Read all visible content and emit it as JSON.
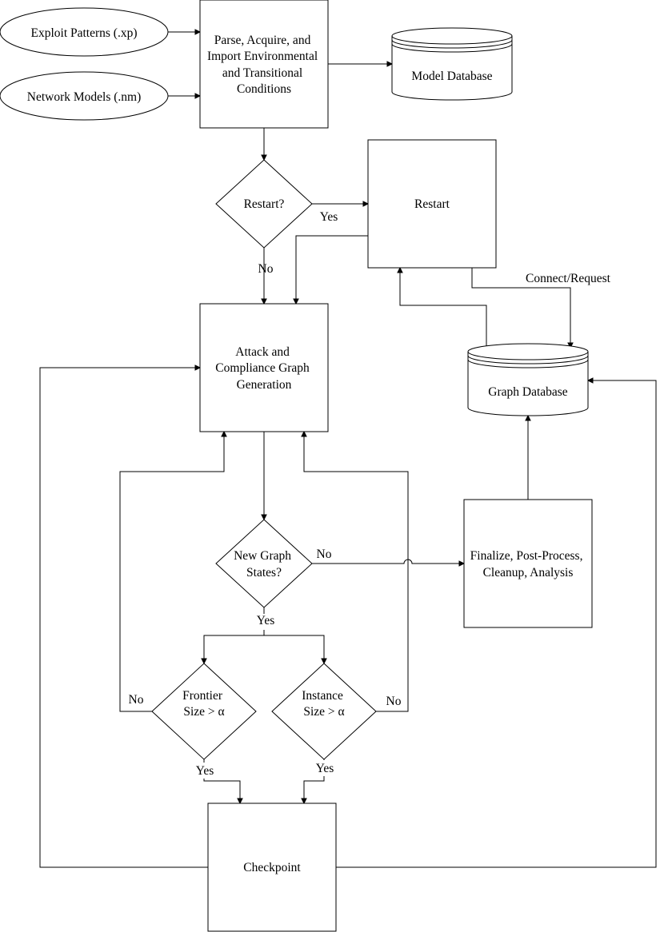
{
  "nodes": {
    "exploit_patterns": "Exploit Patterns (.xp)",
    "network_models": "Network Models (.nm)",
    "parse": [
      "Parse, Acquire, and",
      "Import Environmental",
      "and Transitional",
      "Conditions"
    ],
    "model_database": "Model Database",
    "restart_decision": "Restart?",
    "restart": "Restart",
    "graph_generation": [
      "Attack and",
      "Compliance Graph",
      "Generation"
    ],
    "graph_database": "Graph Database",
    "new_states": [
      "New Graph",
      "States?"
    ],
    "finalize": [
      "Finalize, Post-Process,",
      "Cleanup, Analysis"
    ],
    "frontier": [
      "Frontier",
      "Size > α"
    ],
    "instance": [
      "Instance",
      "Size > α"
    ],
    "checkpoint": "Checkpoint"
  },
  "edge_labels": {
    "restart_yes": "Yes",
    "restart_no": "No",
    "connect_request": "Connect/Request",
    "new_states_no": "No",
    "new_states_yes": "Yes",
    "frontier_no": "No",
    "instance_no": "No",
    "frontier_yes": "Yes",
    "instance_yes": "Yes"
  }
}
